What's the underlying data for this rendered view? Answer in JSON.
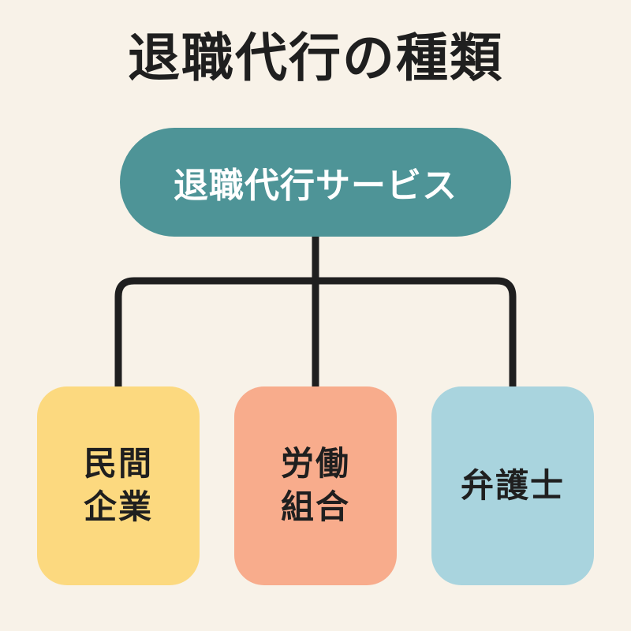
{
  "title": "退職代行の種類",
  "root": {
    "label": "退職代行サービス",
    "color": "#4e9497"
  },
  "children": [
    {
      "label": "民間企業",
      "color": "#fcd97f"
    },
    {
      "label": "労働組合",
      "color": "#f8ac8c"
    },
    {
      "label": "弁護士",
      "color": "#a9d4de"
    }
  ],
  "connector_color": "#1f1f1f"
}
